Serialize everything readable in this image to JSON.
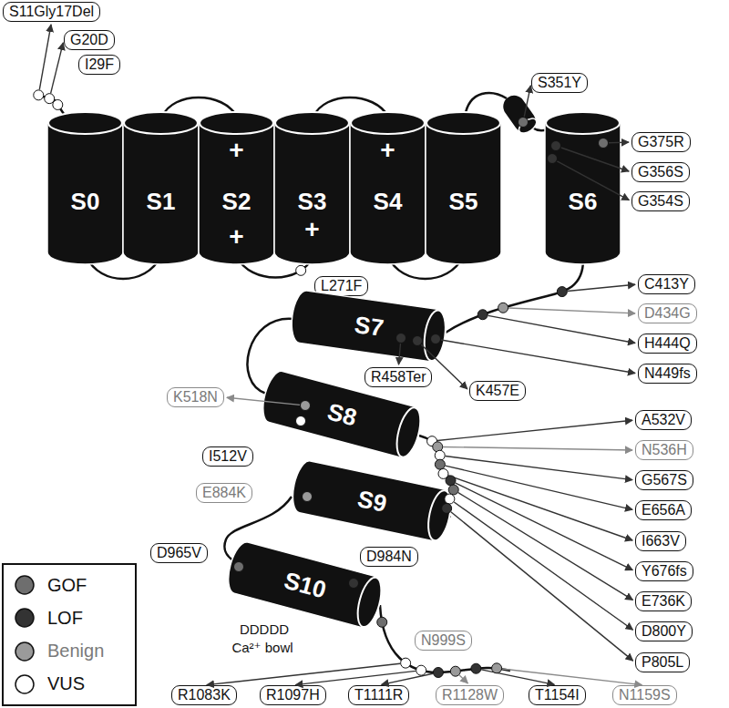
{
  "diagram": {
    "nodes": [
      {
        "text": [
          "S11Gly17Del"
        ]
      },
      {
        "text": [
          "G20D"
        ]
      },
      {
        "text": [
          "I29F"
        ]
      },
      {
        "text": [
          "S0"
        ]
      },
      {
        "text": [
          "S1"
        ]
      },
      {
        "text": [
          "S2"
        ]
      },
      {
        "text": [
          "S3"
        ]
      },
      {
        "text": [
          "S4"
        ]
      },
      {
        "text": [
          "S5"
        ]
      },
      {
        "text": [
          "S351Y"
        ]
      },
      {
        "text": [
          "S6"
        ]
      },
      {
        "text": [
          "G375R"
        ]
      },
      {
        "text": [
          "G356S"
        ]
      },
      {
        "text": [
          "G354S"
        ]
      },
      {
        "text": [
          "L271F"
        ]
      },
      {
        "text": [
          "C413Y"
        ]
      },
      {
        "text": [
          "D434G"
        ]
      },
      {
        "text": [
          "H444Q"
        ]
      },
      {
        "text": [
          "N449fs"
        ]
      },
      {
        "text": [
          "S7"
        ]
      },
      {
        "text": [
          "R458Ter"
        ]
      },
      {
        "text": [
          "K457E"
        ]
      },
      {
        "text": [
          "K518N"
        ]
      },
      {
        "text": [
          "S8"
        ]
      },
      {
        "text": [
          "I512V"
        ]
      },
      {
        "text": [
          "A532V"
        ]
      },
      {
        "text": [
          "N536H"
        ]
      },
      {
        "text": [
          "G567S"
        ]
      },
      {
        "text": [
          "E656A"
        ]
      },
      {
        "text": [
          "I663V"
        ]
      },
      {
        "text": [
          "Y676fs"
        ]
      },
      {
        "text": [
          "E736K"
        ]
      },
      {
        "text": [
          "D800Y"
        ]
      },
      {
        "text": [
          "P805L"
        ]
      },
      {
        "text": [
          "E884K"
        ]
      },
      {
        "text": [
          "S9"
        ]
      },
      {
        "text": [
          "D965V"
        ]
      },
      {
        "text": [
          "S10"
        ]
      },
      {
        "text": [
          "D984N"
        ]
      },
      {
        "text": [
          "N999S"
        ]
      },
      {
        "text": [
          "R1083K"
        ]
      },
      {
        "text": [
          "R1097H"
        ]
      },
      {
        "text": [
          "T1111R"
        ]
      },
      {
        "text": [
          "R1128W"
        ]
      },
      {
        "text": [
          "T1154I"
        ]
      },
      {
        "text": [
          "N1159S"
        ]
      }
    ],
    "labels": [
      "+",
      "+",
      "+",
      "+",
      "DDDDD",
      "Ca²⁺ bowl"
    ],
    "legend": [
      {
        "text": "GOF",
        "color": "#6e6e6e"
      },
      {
        "text": "LOF",
        "color": "#333333"
      },
      {
        "text": "Benign",
        "color": "#9a9a9a"
      },
      {
        "text": "VUS",
        "color": "#ffffff"
      }
    ]
  }
}
